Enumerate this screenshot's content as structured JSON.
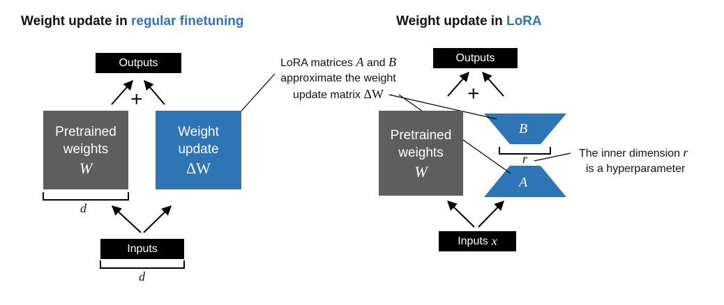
{
  "left": {
    "title_prefix": "Weight update in ",
    "title_highlight": "regular finetuning",
    "outputs_label": "Outputs",
    "inputs_label": "Inputs",
    "plus": "+",
    "pretrained": {
      "line1": "Pretrained",
      "line2": "weights",
      "symbol": "W"
    },
    "update": {
      "line1": "Weight",
      "line2": "update",
      "symbol": "ΔW"
    },
    "dim_square": "d",
    "dim_inputs": "d"
  },
  "right": {
    "title_prefix": "Weight update in ",
    "title_highlight": "LoRA",
    "outputs_label": "Outputs",
    "inputs_label": "Inputs",
    "inputs_symbol": "x",
    "plus": "+",
    "pretrained": {
      "line1": "Pretrained",
      "line2": "weights",
      "symbol": "W"
    },
    "matrix_b": "B",
    "matrix_a": "A",
    "rank": "r"
  },
  "annotations": {
    "lora_line1_prefix": "LoRA matrices ",
    "lora_a": "A",
    "lora_and": " and ",
    "lora_b": "B",
    "lora_line2": "approximate the weight",
    "lora_line3_prefix": "update matrix ",
    "lora_delta": "ΔW",
    "inner_line1_prefix": "The inner dimension ",
    "inner_r": "r",
    "inner_line2": "is a hyperparameter"
  },
  "colors": {
    "accent": "#2e75b6",
    "gray": "#5e5e5e",
    "black": "#000000"
  }
}
